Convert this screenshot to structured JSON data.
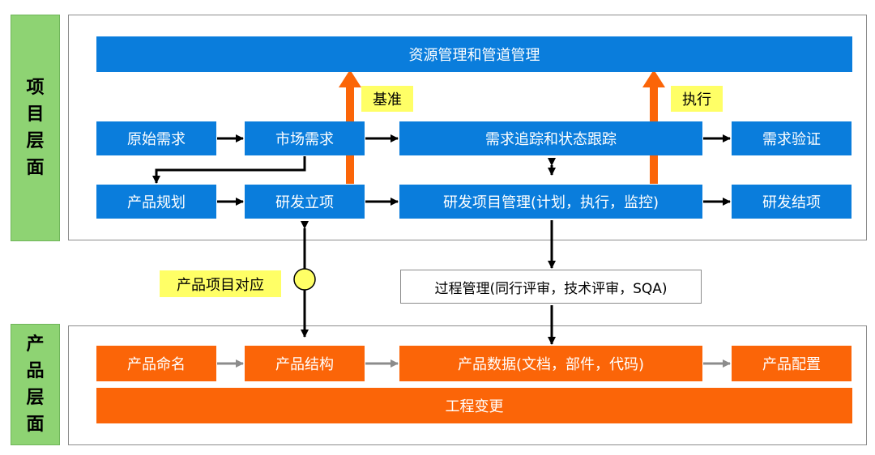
{
  "levels": {
    "project": [
      "项",
      "目",
      "层",
      "面"
    ],
    "product": [
      "产",
      "品",
      "层",
      "面"
    ]
  },
  "project_boxes": {
    "resource": "资源管理和管道管理",
    "original_req": "原始需求",
    "market_req": "市场需求",
    "tracking": "需求追踪和状态跟踪",
    "verification": "需求验证",
    "planning": "产品规划",
    "initiation": "研发立项",
    "proj_mgmt": "研发项目管理(计划，执行，监控)",
    "closure": "研发结项"
  },
  "labels": {
    "baseline": "基准",
    "execute": "执行",
    "mapping": "产品项目对应"
  },
  "process_box": "过程管理(同行评审，技术评审，SQA)",
  "product_boxes": {
    "naming": "产品命名",
    "structure": "产品结构",
    "data": "产品数据(文档，部件，代码)",
    "config": "产品配置",
    "change": "工程变更"
  },
  "colors": {
    "level_green": "#8ed373",
    "project_blue": "#0a7ddc",
    "product_orange": "#fb6508",
    "label_yellow": "#ffff66",
    "arrow_black": "#000000",
    "arrow_gray": "#8c8c8c",
    "arrow_orange": "#fb6508"
  }
}
